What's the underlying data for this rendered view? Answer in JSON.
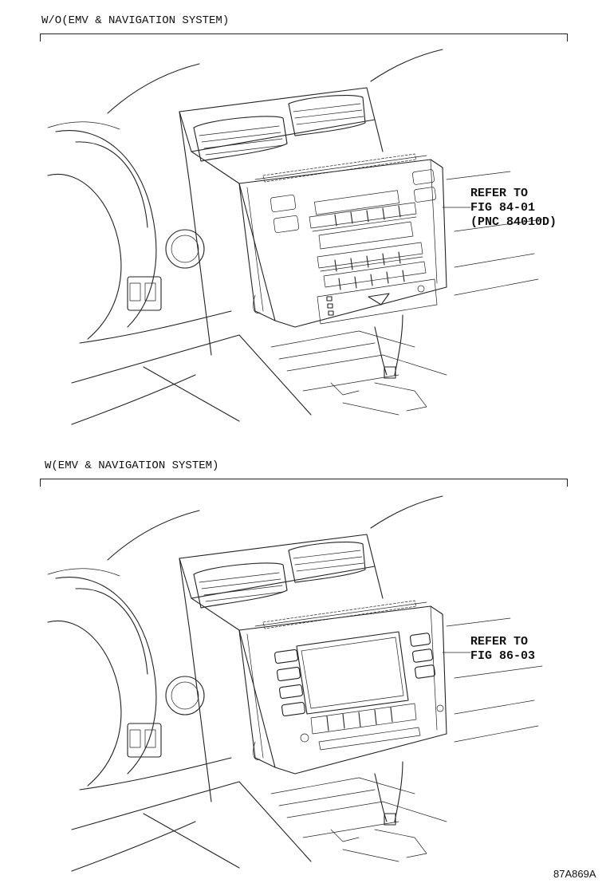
{
  "sections": [
    {
      "caption": "W/O(EMV & NAVIGATION SYSTEM)",
      "refer": [
        "REFER TO",
        "FIG 84-01",
        "(PNC 84010D)"
      ]
    },
    {
      "caption": "W(EMV & NAVIGATION SYSTEM)",
      "refer": [
        "REFER TO",
        "FIG 86-03"
      ]
    }
  ],
  "figure_code": "87A869A"
}
